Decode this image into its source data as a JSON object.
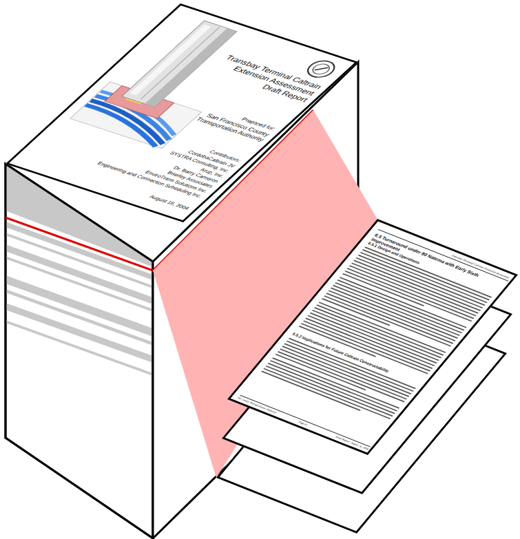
{
  "diagram": {
    "labels": [
      "Transbay Terminal Caltrain Extension Assessment Draft Report",
      "Prepared for:",
      "San Francisco County Transportation Authority",
      "Contributors:",
      "CordobaCaltrain JV",
      "SYSTRA Consulting, Inc.",
      "Arup, Inc.",
      "Dr. Barry Cameron",
      "Brierley Associates",
      "EnviroTrans Solutions Inc.",
      "Engineering and Connection Scheduling Inc.",
      "August 16, 2004",
      "Transbay Terminal Caltrain Extension Assessment",
      "6.5 Turnaround under 80 Natoma with Early Sixth Improvement",
      "6.5.1 Design and Operations",
      "6.5.2 Implications for Future Caltrain Constructability",
      "SF County Transportation Authority",
      "Page 42",
      "Draft Report: August 16, 2004"
    ]
  }
}
